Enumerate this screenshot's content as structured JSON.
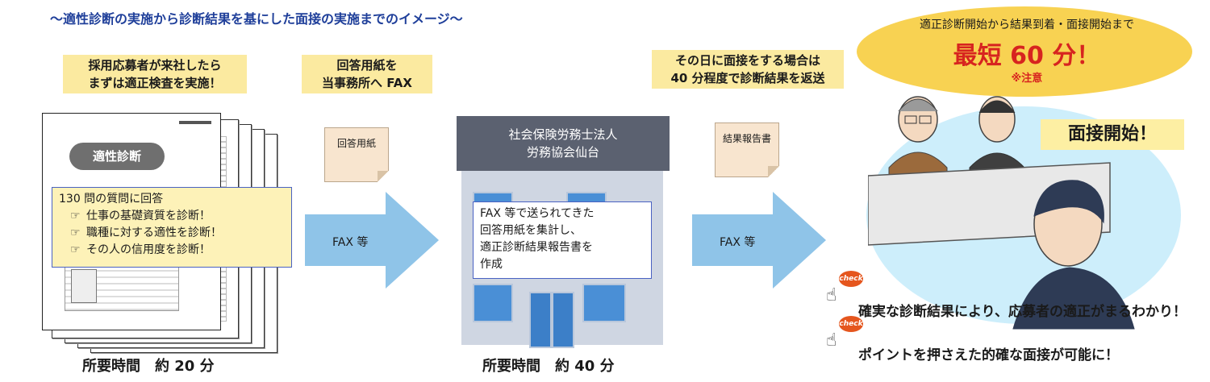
{
  "title": "～適性診断の実施から診断結果を基にした面接の実施までのイメージ～",
  "step1": {
    "highlight_line1": "採用応募者が来社したら",
    "highlight_line2": "まずは適正検査を実施！",
    "doc_title": "適性診断",
    "box_line1": "130 問の質問に回答",
    "bullets": [
      "仕事の基礎資質を診断！",
      "職種に対する適性を診断！",
      "その人の信用度を診断！"
    ],
    "bullet_icon": "pointing-hand-icon",
    "time": "所要時間　約 20 分"
  },
  "arrow1": {
    "highlight_line1": "回答用紙を",
    "highlight_line2": "当事務所へ FAX",
    "paper_label": "回答用紙",
    "label": "FAX 等"
  },
  "step2": {
    "sign_line1": "社会保険労務士法人",
    "sign_line2": "労務協会仙台",
    "box_lines": [
      "FAX 等で送られてきた",
      "回答用紙を集計し、",
      "適正診断結果報告書を",
      "作成"
    ],
    "time": "所要時間　約 40 分"
  },
  "arrow2": {
    "highlight_line1": "その日に面接をする場合は",
    "highlight_line2": "40 分程度で診断結果を返送",
    "paper_label": "結果報告書",
    "label": "FAX 等"
  },
  "step3": {
    "oval_line1": "適正診断開始から結果到着・面接開始まで",
    "oval_line2": "最短 60 分！",
    "oval_note": "※注意",
    "interview_label": "面接開始！",
    "check_badge": "check",
    "check1": "確実な診断結果により、応募者の適正がまるわかり！",
    "check2": "ポイントを押さえた的確な面接が可能に！"
  },
  "colors": {
    "title": "#1f3f9a",
    "highlight": "#fbeaa0",
    "arrow": "#8fc4e8",
    "oval": "#f8d252",
    "accent_red": "#d7241f"
  }
}
